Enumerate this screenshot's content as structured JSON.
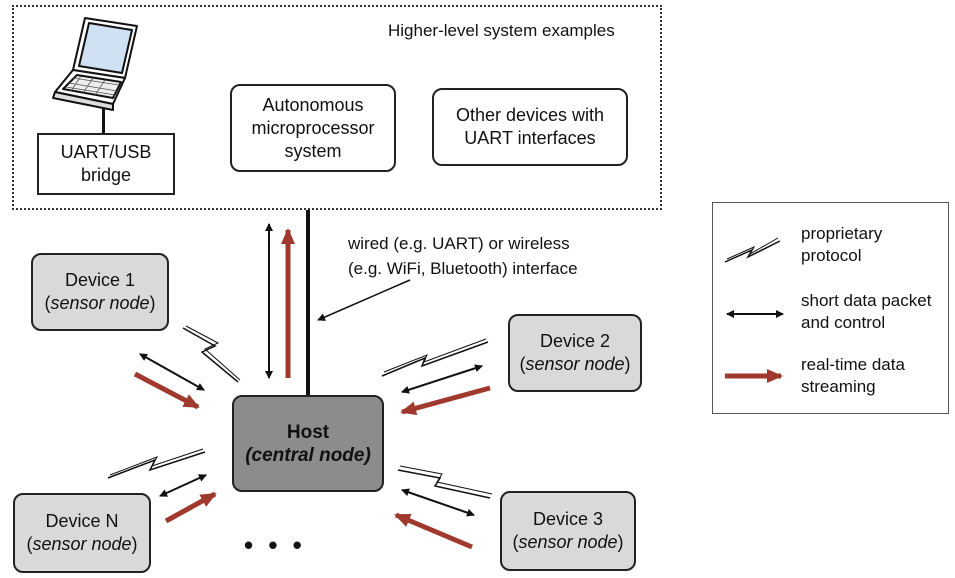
{
  "higher_level": {
    "title": "Higher-level system examples",
    "uart_bridge": [
      "UART/USB",
      "bridge"
    ],
    "microprocessor": [
      "Autonomous",
      "microprocessor",
      "system"
    ],
    "other_devices": [
      "Other devices with",
      "UART interfaces"
    ]
  },
  "interface_note": [
    "wired (e.g. UART)  or wireless",
    "(e.g. WiFi, Bluetooth) interface"
  ],
  "host": {
    "name": "Host",
    "role": "(central node)"
  },
  "devices": [
    {
      "name": "Device 1",
      "role": "sensor node"
    },
    {
      "name": "Device 2",
      "role": "sensor node"
    },
    {
      "name": "Device 3",
      "role": "sensor node"
    },
    {
      "name": "Device N",
      "role": "sensor node"
    }
  ],
  "ellipsis": "• • •",
  "legend": {
    "proprietary": [
      "proprietary",
      "protocol"
    ],
    "short_packet": [
      "short data packet",
      "and control"
    ],
    "streaming": [
      "real-time data",
      "streaming"
    ]
  },
  "colors": {
    "stream_arrow": "#a0392d",
    "node_fill": "#d9d9d9",
    "host_fill": "#8c8c8c"
  }
}
